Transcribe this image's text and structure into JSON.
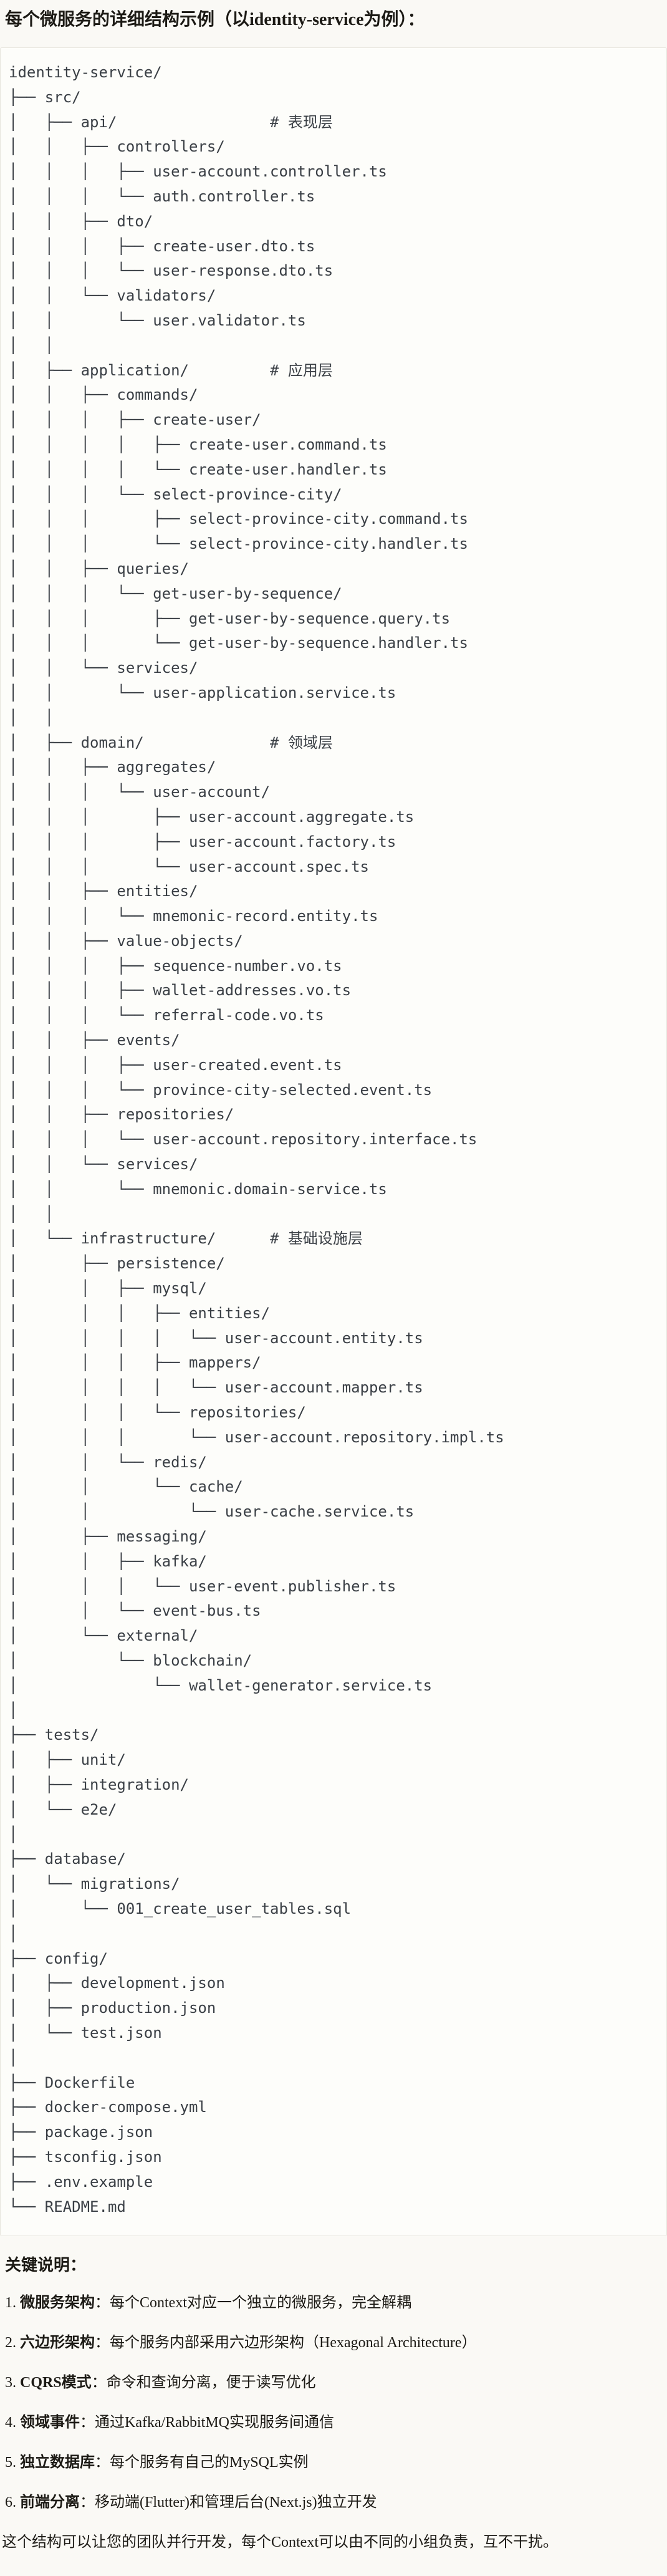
{
  "page": {
    "title": "每个微服务的详细结构示例（以identity-service为例）：",
    "notes_heading": "关键说明：",
    "closing": "这个结构可以让您的团队并行开发，每个Context可以由不同的小组负责，互不干扰。"
  },
  "tree": {
    "lines": [
      "identity-service/",
      "├── src/",
      "│   ├── api/                 # 表现层",
      "│   │   ├── controllers/",
      "│   │   │   ├── user-account.controller.ts",
      "│   │   │   └── auth.controller.ts",
      "│   │   ├── dto/",
      "│   │   │   ├── create-user.dto.ts",
      "│   │   │   └── user-response.dto.ts",
      "│   │   └── validators/",
      "│   │       └── user.validator.ts",
      "│   │",
      "│   ├── application/         # 应用层",
      "│   │   ├── commands/",
      "│   │   │   ├── create-user/",
      "│   │   │   │   ├── create-user.command.ts",
      "│   │   │   │   └── create-user.handler.ts",
      "│   │   │   └── select-province-city/",
      "│   │   │       ├── select-province-city.command.ts",
      "│   │   │       └── select-province-city.handler.ts",
      "│   │   ├── queries/",
      "│   │   │   └── get-user-by-sequence/",
      "│   │   │       ├── get-user-by-sequence.query.ts",
      "│   │   │       └── get-user-by-sequence.handler.ts",
      "│   │   └── services/",
      "│   │       └── user-application.service.ts",
      "│   │",
      "│   ├── domain/              # 领域层",
      "│   │   ├── aggregates/",
      "│   │   │   └── user-account/",
      "│   │   │       ├── user-account.aggregate.ts",
      "│   │   │       ├── user-account.factory.ts",
      "│   │   │       └── user-account.spec.ts",
      "│   │   ├── entities/",
      "│   │   │   └── mnemonic-record.entity.ts",
      "│   │   ├── value-objects/",
      "│   │   │   ├── sequence-number.vo.ts",
      "│   │   │   ├── wallet-addresses.vo.ts",
      "│   │   │   └── referral-code.vo.ts",
      "│   │   ├── events/",
      "│   │   │   ├── user-created.event.ts",
      "│   │   │   └── province-city-selected.event.ts",
      "│   │   ├── repositories/",
      "│   │   │   └── user-account.repository.interface.ts",
      "│   │   └── services/",
      "│   │       └── mnemonic.domain-service.ts",
      "│   │",
      "│   └── infrastructure/      # 基础设施层",
      "│       ├── persistence/",
      "│       │   ├── mysql/",
      "│       │   │   ├── entities/",
      "│       │   │   │   └── user-account.entity.ts",
      "│       │   │   ├── mappers/",
      "│       │   │   │   └── user-account.mapper.ts",
      "│       │   │   └── repositories/",
      "│       │   │       └── user-account.repository.impl.ts",
      "│       │   └── redis/",
      "│       │       └── cache/",
      "│       │           └── user-cache.service.ts",
      "│       ├── messaging/",
      "│       │   ├── kafka/",
      "│       │   │   └── user-event.publisher.ts",
      "│       │   └── event-bus.ts",
      "│       └── external/",
      "│           └── blockchain/",
      "│               └── wallet-generator.service.ts",
      "│",
      "├── tests/",
      "│   ├── unit/",
      "│   ├── integration/",
      "│   └── e2e/",
      "│",
      "├── database/",
      "│   └── migrations/",
      "│       └── 001_create_user_tables.sql",
      "│",
      "├── config/",
      "│   ├── development.json",
      "│   ├── production.json",
      "│   └── test.json",
      "│",
      "├── Dockerfile",
      "├── docker-compose.yml",
      "├── package.json",
      "├── tsconfig.json",
      "├── .env.example",
      "└── README.md"
    ]
  },
  "notes": {
    "items": [
      {
        "num": "1.",
        "label": "微服务架构",
        "text": "：每个Context对应一个独立的微服务，完全解耦"
      },
      {
        "num": "2.",
        "label": "六边形架构",
        "text": "：每个服务内部采用六边形架构（Hexagonal Architecture）"
      },
      {
        "num": "3.",
        "label": "CQRS模式",
        "text": "：命令和查询分离，便于读写优化"
      },
      {
        "num": "4.",
        "label": "领域事件",
        "text": "：通过Kafka/RabbitMQ实现服务间通信"
      },
      {
        "num": "5.",
        "label": "独立数据库",
        "text": "：每个服务有自己的MySQL实例"
      },
      {
        "num": "6.",
        "label": "前端分离",
        "text": "：移动端(Flutter)和管理后台(Next.js)独立开发"
      }
    ]
  },
  "colors": {
    "page_background": "#faf9f5",
    "code_background": "#fdfdfa",
    "code_border": "#e7e5dd",
    "tree_text": "#3a3f45",
    "body_text": "#1c1a15"
  }
}
